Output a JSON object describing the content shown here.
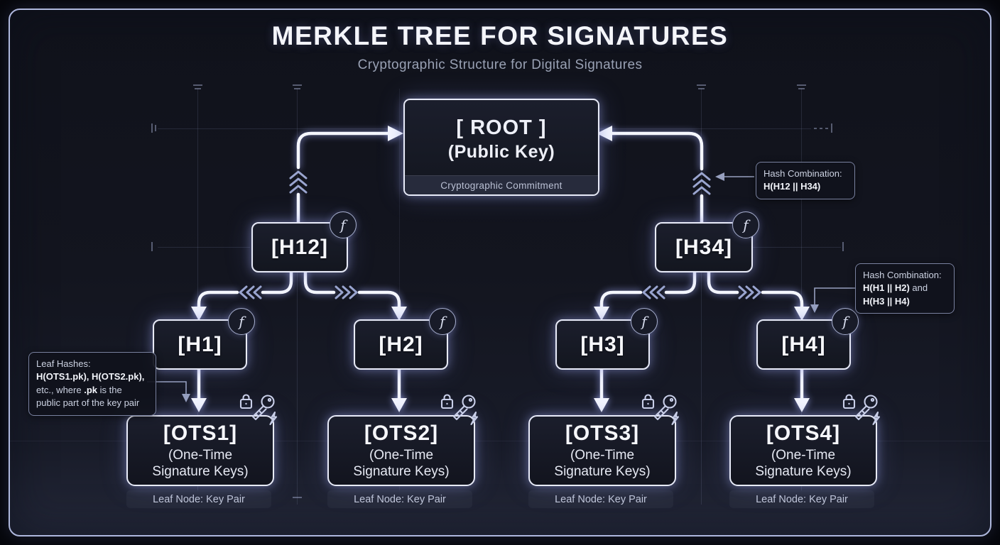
{
  "header": {
    "title": "MERKLE TREE FOR SIGNATURES",
    "subtitle": "Cryptographic Structure for Digital Signatures"
  },
  "nodes": {
    "root": {
      "title": "[ ROOT ]",
      "subtitle": "(Public Key)",
      "footer": "Cryptographic Commitment"
    },
    "h12": {
      "label": "[H12]"
    },
    "h34": {
      "label": "[H34]"
    },
    "h1": {
      "label": "[H1]"
    },
    "h2": {
      "label": "[H2]"
    },
    "h3": {
      "label": "[H3]"
    },
    "h4": {
      "label": "[H4]"
    },
    "ots1": {
      "title": "[OTS1]",
      "subtitle_line1": "(One-Time",
      "subtitle_line2": "Signature Keys)",
      "footer": "Leaf Node: Key Pair"
    },
    "ots2": {
      "title": "[OTS2]",
      "subtitle_line1": "(One-Time",
      "subtitle_line2": "Signature Keys)",
      "footer": "Leaf Node: Key Pair"
    },
    "ots3": {
      "title": "[OTS3]",
      "subtitle_line1": "(One-Time",
      "subtitle_line2": "Signature Keys)",
      "footer": "Leaf Node: Key Pair"
    },
    "ots4": {
      "title": "[OTS4]",
      "subtitle_line1": "(One-Time",
      "subtitle_line2": "Signature Keys)",
      "footer": "Leaf Node: Key Pair"
    }
  },
  "badges": {
    "hash_function_label": "f"
  },
  "callouts": {
    "root_combination": {
      "line1": "Hash Combination:",
      "line2": "H(H12 || H34)"
    },
    "pair_combination": {
      "line1": "Hash Combination:",
      "line2_bold": "H(H1 || H2)",
      "line2_rest": " and",
      "line3": "H(H3 || H4)"
    },
    "leaf_hashes": {
      "line1": "Leaf Hashes:",
      "line2": "H(OTS1.pk), H(OTS2.pk),",
      "line3_pre": "etc., where ",
      "line3_bold": ".pk",
      "line3_post": " is the",
      "line4": "public part of the key pair"
    }
  },
  "colors": {
    "background": "#13151f",
    "frame_border": "#aeb7dd",
    "node_border": "#e8ebf9",
    "connector": "#f5f7ff",
    "chevron": "#9aa5cf",
    "callout_border": "#79819f",
    "footer_band": "#272b3c",
    "subtitle_text": "#99a1b4"
  }
}
